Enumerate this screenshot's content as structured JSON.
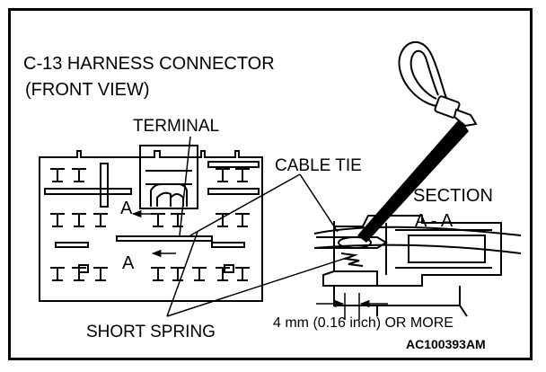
{
  "title_line1": "C-13 HARNESS CONNECTOR",
  "title_line2": "(FRONT VIEW)",
  "labels": {
    "terminal": "TERMINAL",
    "cable_tie": "CABLE TIE",
    "section_line1": "SECTION",
    "section_line2": "A - A",
    "short_spring": "SHORT SPRING",
    "section_marker_upper": "A",
    "section_marker_lower": "A",
    "dimension": "4 mm (0.16 inch) OR MORE",
    "figure_code": "AC100393AM"
  },
  "colors": {
    "ink": "#000000",
    "paper": "#ffffff"
  }
}
